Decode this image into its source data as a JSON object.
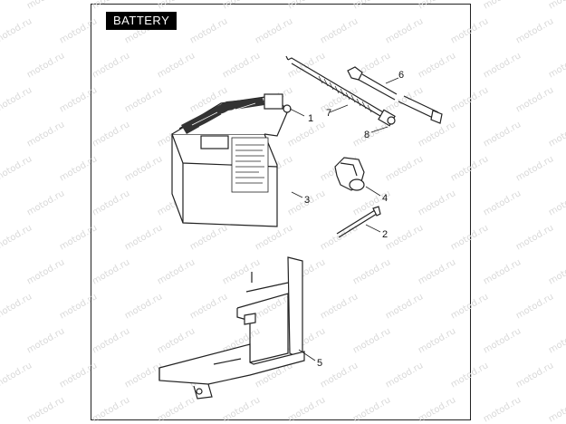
{
  "title": "BATTERY",
  "watermark": "motod.ru",
  "callouts": [
    {
      "id": "1",
      "label": "1"
    },
    {
      "id": "2",
      "label": "2"
    },
    {
      "id": "3",
      "label": "3"
    },
    {
      "id": "4",
      "label": "4"
    },
    {
      "id": "5",
      "label": "5"
    },
    {
      "id": "6",
      "label": "6"
    },
    {
      "id": "7",
      "label": "7"
    },
    {
      "id": "8",
      "label": "8"
    }
  ],
  "colors": {
    "line": "#222222",
    "watermark": "#d9d9d9",
    "title_bg": "#000000",
    "title_fg": "#ffffff"
  }
}
